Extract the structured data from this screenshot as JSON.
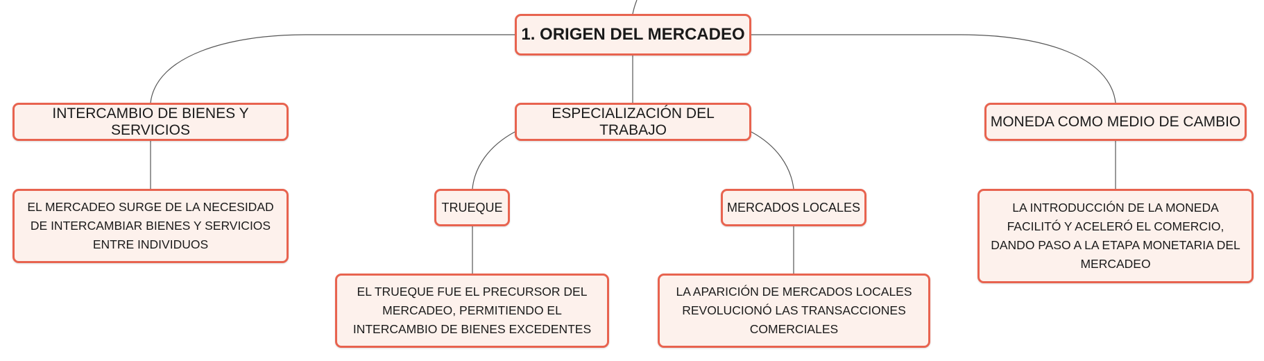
{
  "diagram": {
    "root": "1. ORIGEN DEL MERCADEO",
    "branch_intercambio": "INTERCAMBIO DE BIENES Y SERVICIOS",
    "branch_especializacion": "ESPECIALIZACIÓN DEL TRABAJO",
    "branch_moneda": "MONEDA COMO MEDIO DE CAMBIO",
    "sub_trueque": "TRUEQUE",
    "sub_mercados_locales": "MERCADOS LOCALES",
    "note_intercambio": "EL MERCADEO SURGE DE LA NECESIDAD DE INTERCAMBIAR BIENES Y SERVICIOS ENTRE INDIVIDUOS",
    "note_trueque": "EL TRUEQUE FUE EL PRECURSOR DEL MERCADEO, PERMITIENDO EL INTERCAMBIO DE BIENES EXCEDENTES",
    "note_mercados_locales": "LA APARICIÓN DE MERCADOS LOCALES REVOLUCIONÓ LAS TRANSACCIONES COMERCIALES",
    "note_moneda": "LA INTRODUCCIÓN DE LA MONEDA FACILITÓ Y ACELERÓ EL COMERCIO, DANDO PASO A LA ETAPA MONETARIA DEL MERCADEO"
  },
  "colors": {
    "node_border": "#e8634f",
    "node_fill": "#fdf1ec",
    "connector": "#555555"
  }
}
